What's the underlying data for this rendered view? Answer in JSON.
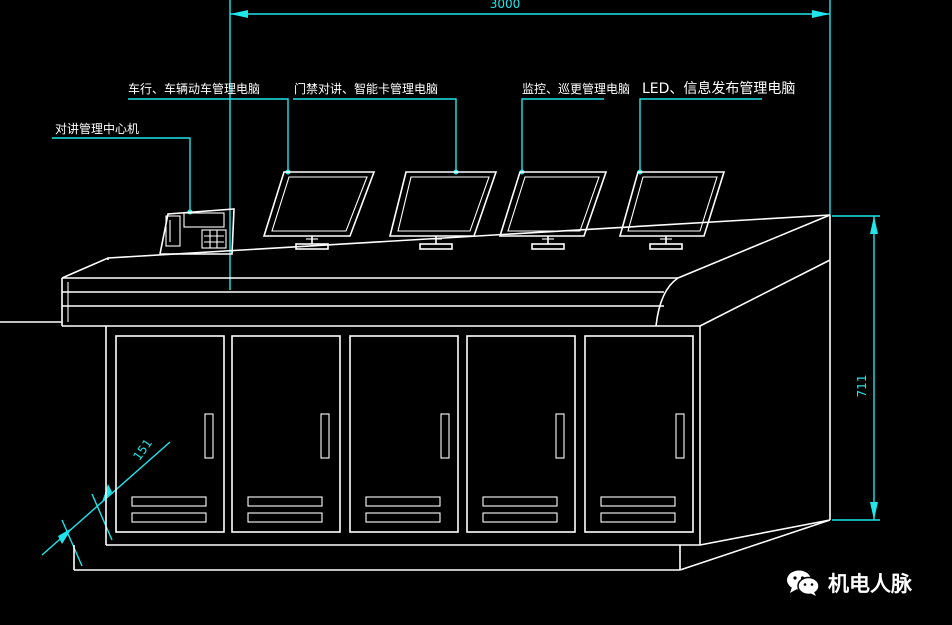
{
  "labels": {
    "top_dimension": "3000",
    "right_dimension": "711",
    "left_dimension": "151",
    "callout_intercom": "对讲管理中心机",
    "callout_car": "车行、车辆动车管理电脑",
    "callout_door": "门禁对讲、智能卡管理电脑",
    "callout_monitor": "监控、巡更管理电脑",
    "callout_led": "LED、信息发布管理电脑"
  },
  "watermark": {
    "text": "机电人脉",
    "icon": "wechat-icon"
  },
  "colors": {
    "background": "#000000",
    "lines": "#ffffff",
    "dimensions": "#1ee6ea"
  }
}
